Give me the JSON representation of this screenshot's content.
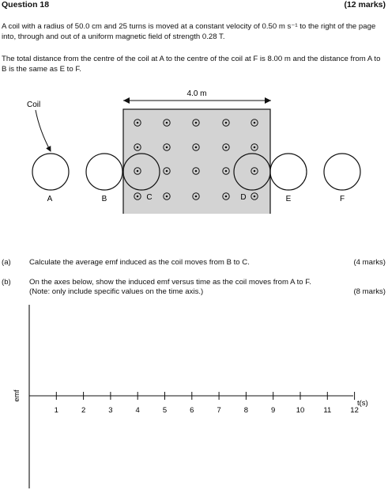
{
  "question": {
    "title": "Question 18",
    "marks": "(12 marks)"
  },
  "intro": {
    "para1": "A coil with a radius of 50.0 cm and 25 turns is moved at a constant velocity of 0.50 m s⁻¹ to the right of the page into, through and out of a uniform magnetic field of strength 0.28 T.",
    "para2": "The total distance from the centre of the coil at A to the centre of the coil at F is 8.00 m and the distance from A to B is the same as E to F."
  },
  "diagram": {
    "dimension_label": "4.0 m",
    "coil_label": "Coil",
    "positions": [
      "A",
      "B",
      "C",
      "D",
      "E",
      "F"
    ],
    "field_color": "#d3d3d3",
    "field_symbol": "dot-in-circle-icon"
  },
  "parts": [
    {
      "label": "(a)",
      "text": "Calculate the average emf induced as the coil moves from B to C.",
      "note": "",
      "marks": "(4 marks)"
    },
    {
      "label": "(b)",
      "text": "On the axes below, show the induced emf versus time as the coil moves from A to F.",
      "note": "(Note: only include specific values on the time axis.)",
      "marks": "(8 marks)"
    }
  ],
  "axes": {
    "ylabel": "emf",
    "xlabel": "t(s)",
    "ticks": [
      "1",
      "2",
      "3",
      "4",
      "5",
      "6",
      "7",
      "8",
      "9",
      "10",
      "11",
      "12"
    ]
  }
}
